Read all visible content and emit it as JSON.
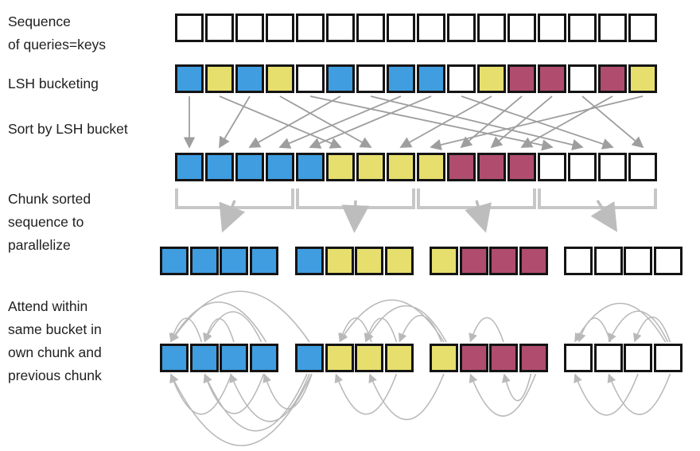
{
  "labels": {
    "sequence": "Sequence\nof queries=keys",
    "lsh": "LSH bucketing",
    "sort": "Sort by LSH bucket",
    "chunk": "Chunk sorted\nsequence to\nparallelize",
    "attend": "Attend within\nsame bucket in\nown chunk and\nprevious chunk"
  },
  "diagram": {
    "colors": {
      "blue": "#3f9de0",
      "yellow": "#e6df6e",
      "red": "#b04d6e",
      "white": "#ffffff",
      "border": "#141414",
      "sort_arrow": "#9e9e9e",
      "bracket": "#c7c7c7",
      "bracket_arrow": "#bdbdbd",
      "arc": "#b9b9b9"
    },
    "rows": {
      "queries": [
        "white",
        "white",
        "white",
        "white",
        "white",
        "white",
        "white",
        "white",
        "white",
        "white",
        "white",
        "white",
        "white",
        "white",
        "white",
        "white"
      ],
      "buckets": [
        "blue",
        "yellow",
        "blue",
        "yellow",
        "white",
        "blue",
        "white",
        "blue",
        "blue",
        "white",
        "yellow",
        "red",
        "red",
        "white",
        "red",
        "yellow"
      ],
      "sorted": [
        "blue",
        "blue",
        "blue",
        "blue",
        "blue",
        "yellow",
        "yellow",
        "yellow",
        "yellow",
        "red",
        "red",
        "red",
        "white",
        "white",
        "white",
        "white"
      ],
      "chunks": [
        [
          "blue",
          "blue",
          "blue",
          "blue"
        ],
        [
          "blue",
          "yellow",
          "yellow",
          "yellow"
        ],
        [
          "yellow",
          "red",
          "red",
          "red"
        ],
        [
          "white",
          "white",
          "white",
          "white"
        ]
      ]
    },
    "sort_mapping": [
      0,
      5,
      1,
      6,
      12,
      2,
      13,
      3,
      4,
      14,
      7,
      9,
      10,
      15,
      11,
      8
    ],
    "arcs": {
      "above": [
        [
          1,
          0
        ],
        [
          2,
          1
        ],
        [
          3,
          0
        ],
        [
          3,
          1
        ],
        [
          4,
          0
        ],
        [
          6,
          5
        ],
        [
          7,
          6
        ],
        [
          8,
          5
        ],
        [
          8,
          6
        ],
        [
          8,
          7
        ],
        [
          10,
          9
        ],
        [
          13,
          12
        ],
        [
          15,
          12
        ],
        [
          15,
          13
        ],
        [
          15,
          14
        ]
      ],
      "below": [
        [
          2,
          0
        ],
        [
          3,
          1
        ],
        [
          4,
          0
        ],
        [
          4,
          1
        ],
        [
          4,
          2
        ],
        [
          4,
          3
        ],
        [
          7,
          5
        ],
        [
          8,
          6
        ],
        [
          11,
          9
        ],
        [
          11,
          10
        ],
        [
          14,
          12
        ],
        [
          15,
          13
        ]
      ]
    }
  }
}
